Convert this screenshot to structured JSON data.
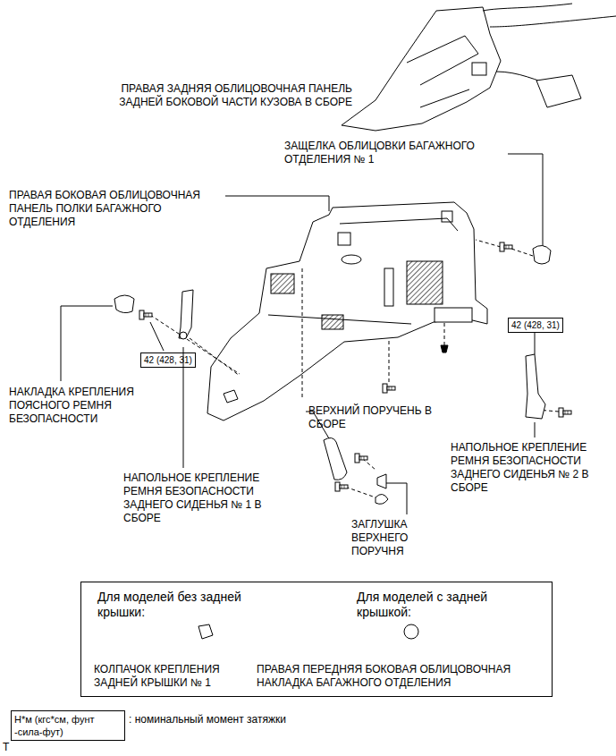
{
  "diagram": {
    "nodes": [
      {
        "text": [
          "Для моделей без задней крышки:",
          "Для моделей с задней крышкой:",
          "КОЛПАЧОК КРЕПЛЕНИЯ ЗАДНЕЙ КРЫШКИ № 1",
          "ПРАВАЯ ПЕРЕДНЯЯ БОКОВАЯ ОБЛИЦОВОЧНАЯ НАКЛАДКА БАГАЖНОГО ОТДЕЛЕНИЯ"
        ]
      },
      {
        "text": [
          "42 (428, 31)"
        ]
      },
      {
        "text": [
          "42 (428, 31)"
        ]
      },
      {
        "text": [
          "Н*м (кгс*см, фунт -сила-фут)",
          ": номинальный момент затяжки"
        ]
      }
    ],
    "labels": [
      "ПРАВАЯ ЗАДНЯЯ ОБЛИЦОВОЧНАЯ ПАНЕЛЬ ЗАДНЕЙ БОКОВОЙ ЧАСТИ КУЗОВА В СБОРЕ",
      "ЗАЩЕЛКА ОБЛИЦОВКИ БАГАЖНОГО ОТДЕЛЕНИЯ № 1",
      "ПРАВАЯ БОКОВАЯ ОБЛИЦОВОЧНАЯ ПАНЕЛЬ ПОЛКИ БАГАЖНОГО ОТДЕЛЕНИЯ",
      "НАКЛАДКА КРЕПЛЕНИЯ ПОЯСНОГО РЕМНЯ БЕЗОПАСНОСТИ",
      "ВЕРХНИЙ ПОРУЧЕНЬ В СБОРЕ",
      "НАПОЛЬНОЕ КРЕПЛЕНИЕ РЕМНЯ БЕЗОПАСНОСТИ ЗАДНЕГО СИДЕНЬЯ № 2 В СБОРЕ",
      "НАПОЛЬНОЕ КРЕПЛЕНИЕ РЕМНЯ БЕЗОПАСНОСТИ ЗАДНЕГО СИДЕНЬЯ № 1 В СБОРЕ",
      "ЗАГЛУШКА ВЕРХНЕГО ПОРУЧНЯ",
      "T"
    ]
  }
}
